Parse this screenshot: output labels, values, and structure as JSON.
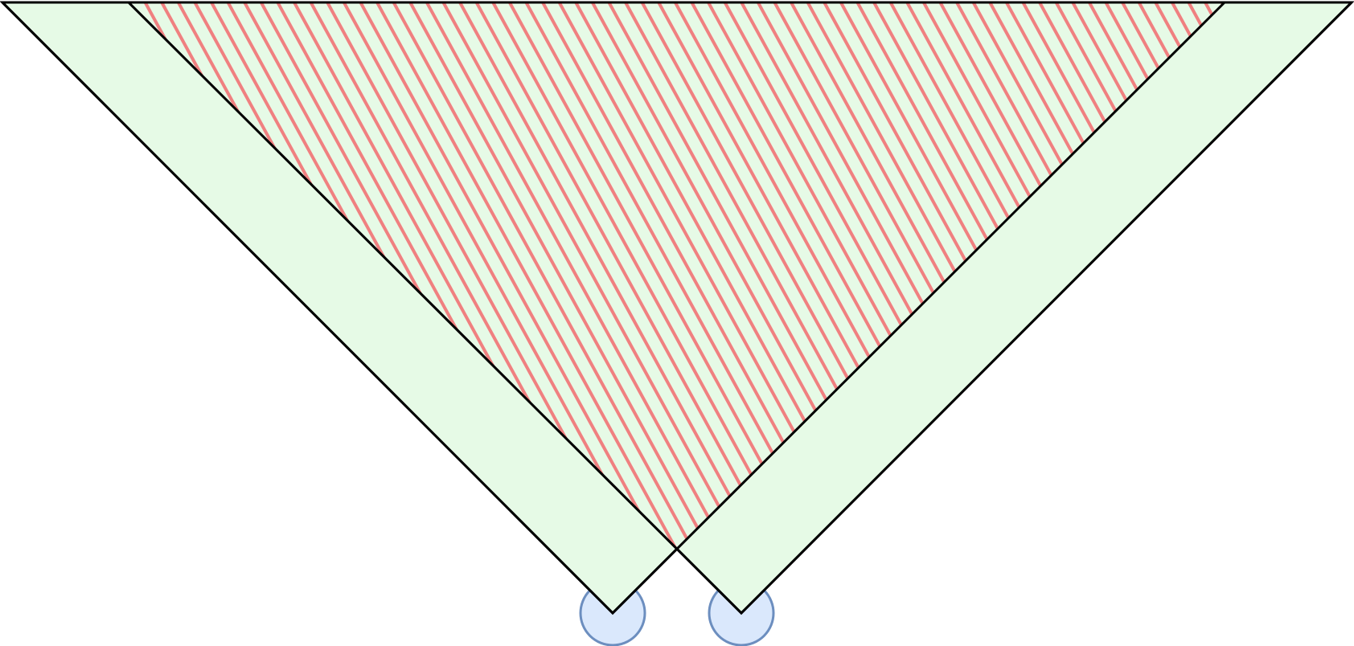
{
  "diagram": {
    "shapes": [
      {
        "id": "left-triangle",
        "kind": "inverted-triangle",
        "fill": "#e6fae6",
        "stroke": "#000000"
      },
      {
        "id": "right-triangle",
        "kind": "inverted-triangle",
        "fill": "#e6fae6",
        "stroke": "#000000"
      },
      {
        "id": "overlap-region",
        "kind": "hatched-inverted-triangle",
        "fill": "#e6fae6",
        "hatch_color": "#f08080",
        "stroke": "#000000"
      },
      {
        "id": "left-circle",
        "kind": "circle",
        "fill": "#dae8fc",
        "stroke": "#6c8ebf"
      },
      {
        "id": "right-circle",
        "kind": "circle",
        "fill": "#dae8fc",
        "stroke": "#6c8ebf"
      }
    ],
    "colors": {
      "triangle_fill": "#e6fae6",
      "outline": "#000000",
      "hatch": "#f08080",
      "circle_fill": "#dae8fc",
      "circle_stroke": "#6c8ebf"
    }
  }
}
